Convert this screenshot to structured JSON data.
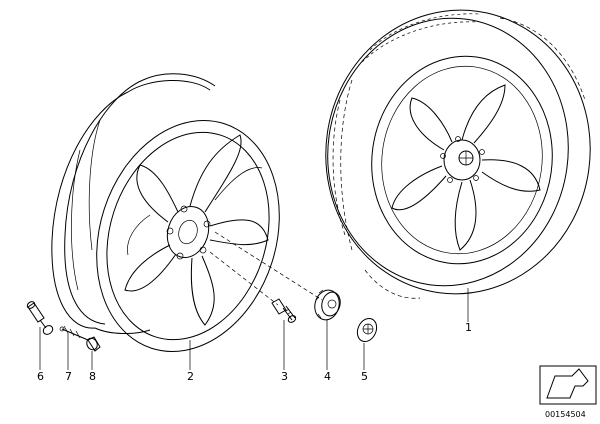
{
  "callouts": {
    "c1": "1",
    "c2": "2",
    "c3": "3",
    "c4": "4",
    "c5": "5",
    "c6": "6",
    "c7": "7",
    "c8": "8"
  },
  "reference_number": "00154504"
}
